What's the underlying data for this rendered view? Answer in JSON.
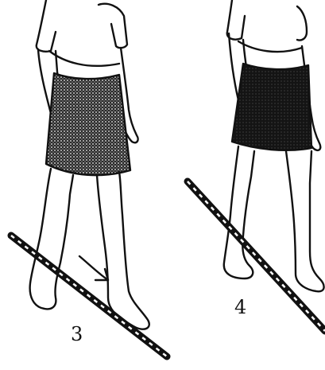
{
  "figures": [
    {
      "id": "3",
      "label": "3",
      "note_arrow": true
    },
    {
      "id": "4",
      "label": "4",
      "note_arrow": false
    }
  ],
  "colors": {
    "ink": "#111111",
    "fabric": "#1a1a1a",
    "background": "#ffffff"
  }
}
